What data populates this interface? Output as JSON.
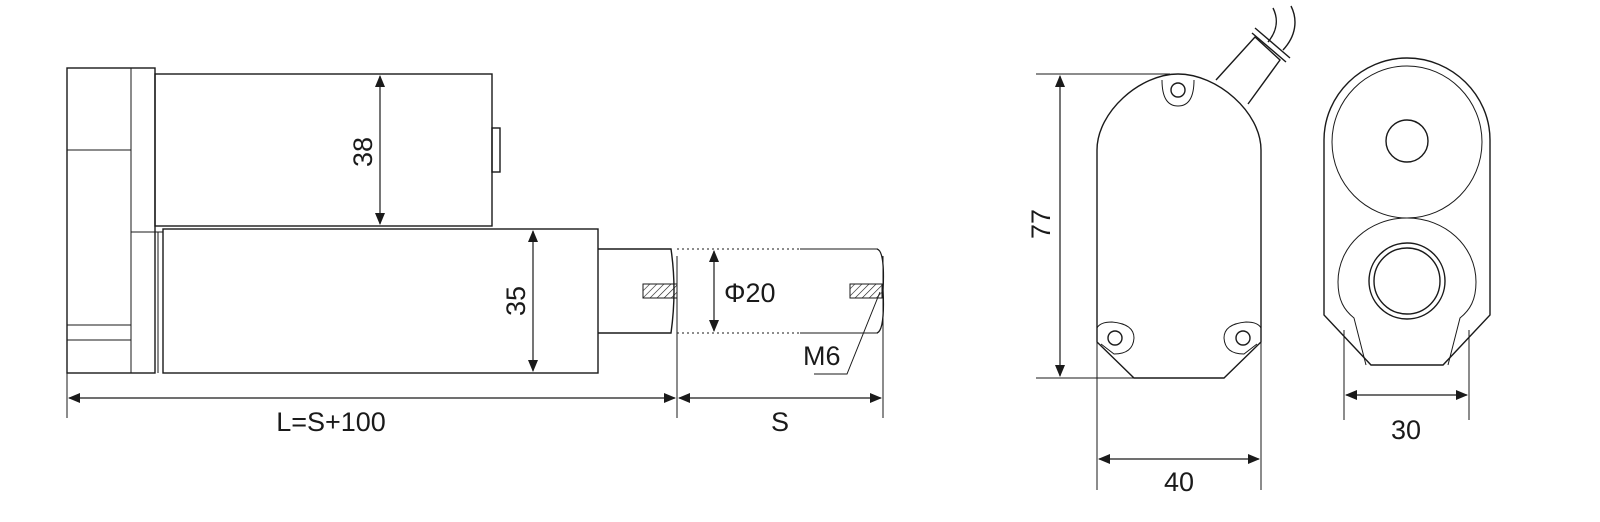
{
  "labels": {
    "motor_dia": "38",
    "tube_dia": "35",
    "rod_dia": "Φ20",
    "thread": "M6",
    "length": "L=S+100",
    "stroke": "S",
    "height": "77",
    "width": "40",
    "depth": "30"
  },
  "colors": {
    "line": "#1a1a1a",
    "background": "#ffffff"
  }
}
